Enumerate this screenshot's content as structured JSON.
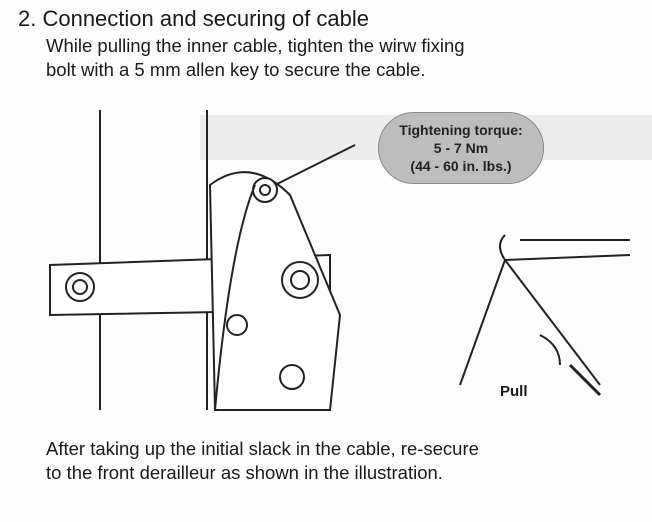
{
  "heading": "2. Connection and securing of cable",
  "intro": [
    "While pulling the inner cable, tighten the wirw fixing",
    "bolt with a 5 mm allen key to secure the cable."
  ],
  "torque": {
    "title": "Tightening torque:",
    "metric": "5 - 7 Nm",
    "imperial": "(44 - 60 in. lbs.)"
  },
  "pull_label": "Pull",
  "outro": [
    "After taking up the initial slack in the cable, re-secure",
    "to the front derailleur as shown in the illustration."
  ]
}
